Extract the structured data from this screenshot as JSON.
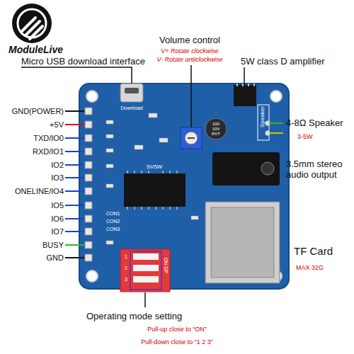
{
  "diagram": {
    "labels": [
      "ModuleLive",
      "Micro USB download interface",
      "Volume control",
      "V+ Rotate clockwise",
      "V- Rotate anticlockwise",
      "5W class D amplifier",
      "GND(POWER)",
      "+5V",
      "TXD/IO0",
      "RXD/IO1",
      "IO2",
      "IO3",
      "ONELINE/IO4",
      "IO5",
      "IO6",
      "IO7",
      "BUSY",
      "GND",
      "4-8Ω Speaker",
      "3-5W",
      "3.5mm stereo audio output",
      "TF Card",
      "MAX 32G",
      "Operating mode setting",
      "Pull-up close to “ON”",
      "Pull-down close to “1 2 3”",
      "Download",
      "SV5W",
      "Speaker",
      "CON1",
      "CON2",
      "CON3",
      "ON DP",
      "1",
      "2",
      "3",
      "100",
      "10V",
      "RVT"
    ]
  }
}
